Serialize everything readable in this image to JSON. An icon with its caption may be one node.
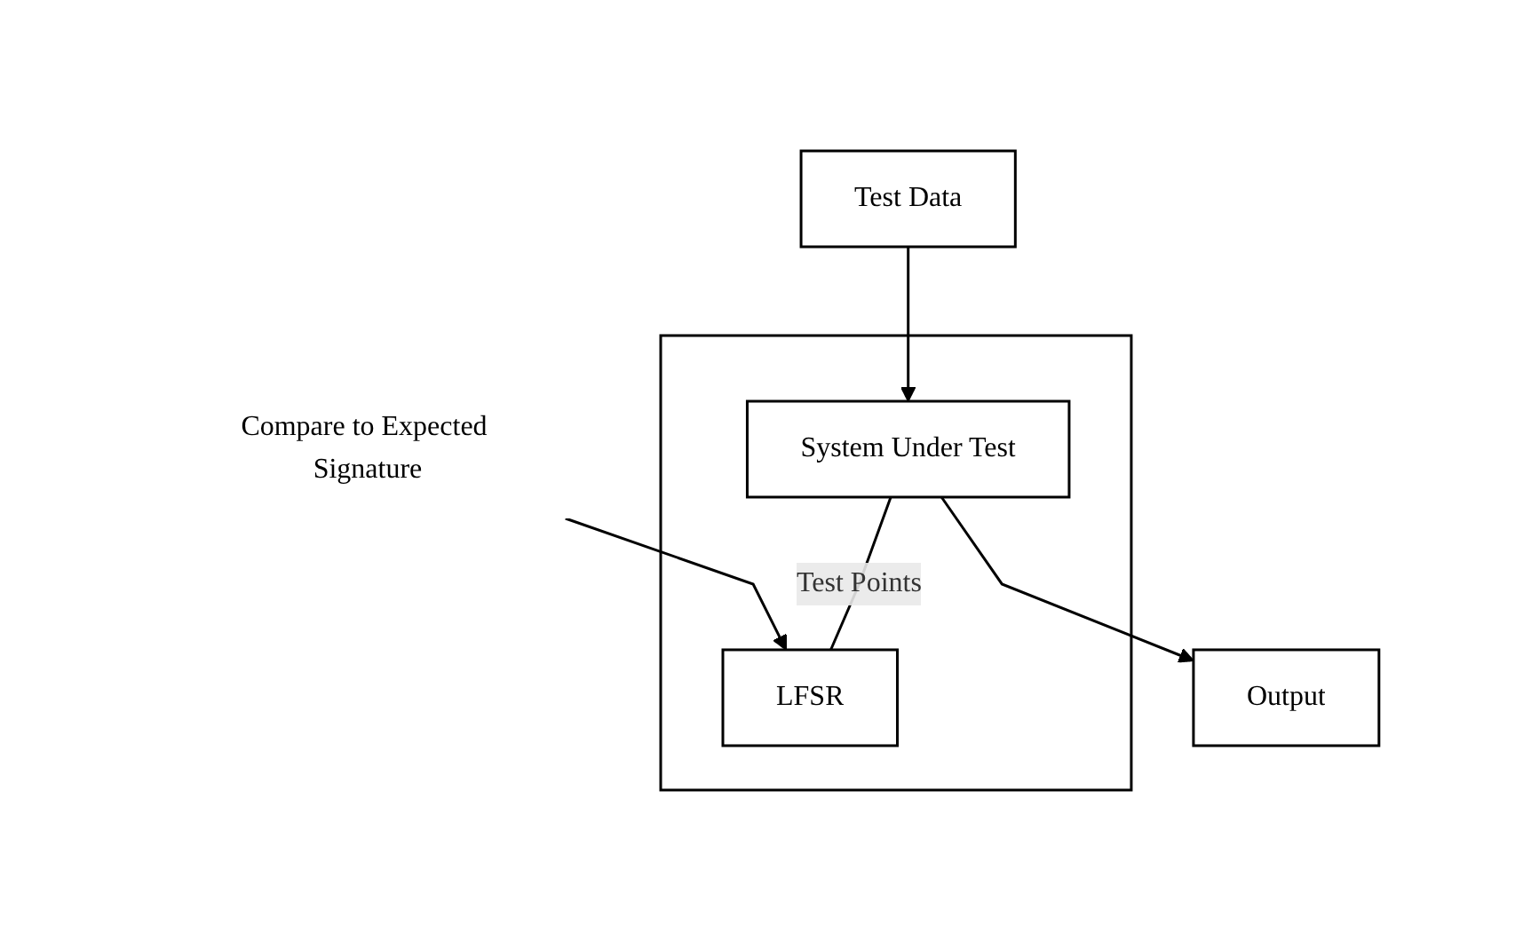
{
  "diagram": {
    "nodes": [
      {
        "text": [
          "Test Data"
        ]
      },
      {
        "text": [],
        "shape": "box"
      },
      {
        "text": [
          "System Under Test"
        ],
        "in": 1
      },
      {
        "text": [
          "LFSR"
        ],
        "in": 1
      },
      {
        "text": [
          "Output"
        ]
      },
      {
        "text": [
          "Compare to Expected Signature"
        ]
      }
    ],
    "edges": [
      {
        "from": 0,
        "to": 2,
        "arrow": "to"
      },
      {
        "from": 2,
        "to": 3,
        "arrow": "none",
        "label": "Test Points"
      },
      {
        "from": 2,
        "to": 4,
        "arrow": "to"
      },
      {
        "from": 5,
        "to": 3,
        "arrow": "to"
      }
    ]
  }
}
